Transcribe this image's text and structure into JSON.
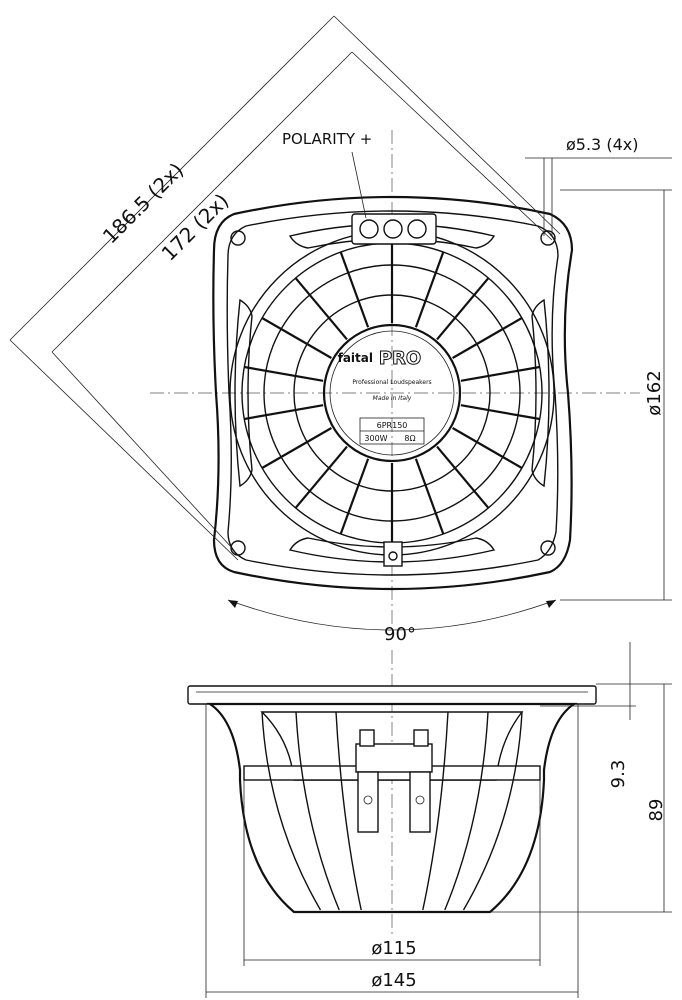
{
  "dimensions": {
    "diag_outer": "186.5 (2x)",
    "diag_inner": "172 (2x)",
    "polarity": "POLARITY +",
    "hole": "ø5.3 (4x)",
    "outer_dia": "ø162",
    "angle": "90°",
    "flange": "9.3",
    "depth": "89",
    "magnet_dia": "ø115",
    "basket_dia": "ø145"
  },
  "label": {
    "brand_left": "faital",
    "brand_right": "PRO",
    "tagline": "Professional Loudspeakers",
    "made_in": "Made in Italy",
    "model": "6PR150",
    "power": "300W",
    "impedance": "8Ω"
  },
  "colors": {
    "line": "#111111",
    "background": "#ffffff"
  }
}
